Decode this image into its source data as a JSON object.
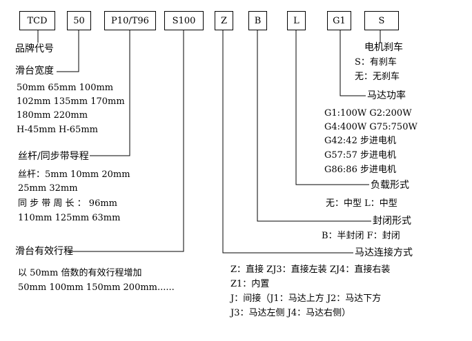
{
  "code_boxes": [
    "TCD",
    "50",
    "P10/T96",
    "S100",
    "Z",
    "B",
    "L",
    "G1",
    "S"
  ],
  "brand": {
    "heading": "品牌代号"
  },
  "width": {
    "heading": "滑台宽度",
    "lines": [
      "50mm    65mm 100mm",
      "102mm  135mm  170mm",
      "180mm 220mm",
      "H-45mm              H-65mm"
    ]
  },
  "lead": {
    "heading": "丝杆/同步带导程",
    "lines": [
      "丝杆：5mm 10mm 20mm",
      "25mm 32mm",
      "同 步 带 周 长 ：  96mm",
      "110mm 125mm 63mm"
    ]
  },
  "stroke": {
    "heading": "滑台有效行程",
    "lines": [
      "以 50mm 倍数的有效行程增加",
      "50mm 100mm 150mm 200mm......"
    ]
  },
  "brake": {
    "heading": "电机刹车",
    "lines": [
      "S：有刹车",
      "无：无刹车"
    ]
  },
  "motor_power": {
    "heading": "马达功率",
    "lines": [
      "G1:100W G2:200W",
      "G4:400W G75:750W",
      "G42:42 步进电机",
      "G57:57 步进电机",
      "G86:86 步进电机"
    ]
  },
  "load": {
    "heading": "负载形式",
    "lines": [
      "无：中型    L：中型"
    ]
  },
  "seal": {
    "heading": "封闭形式",
    "lines": [
      "B：半封闭    F：封闭"
    ]
  },
  "connection": {
    "heading": "马达连接方式",
    "lines": [
      "Z：直接  ZJ3：直接左装    ZJ4：直接右装",
      "Z1：内置",
      "J：间接（J1：马达上方  J2：马达下方",
      "J3：马达左侧  J4：马达右侧）"
    ]
  }
}
